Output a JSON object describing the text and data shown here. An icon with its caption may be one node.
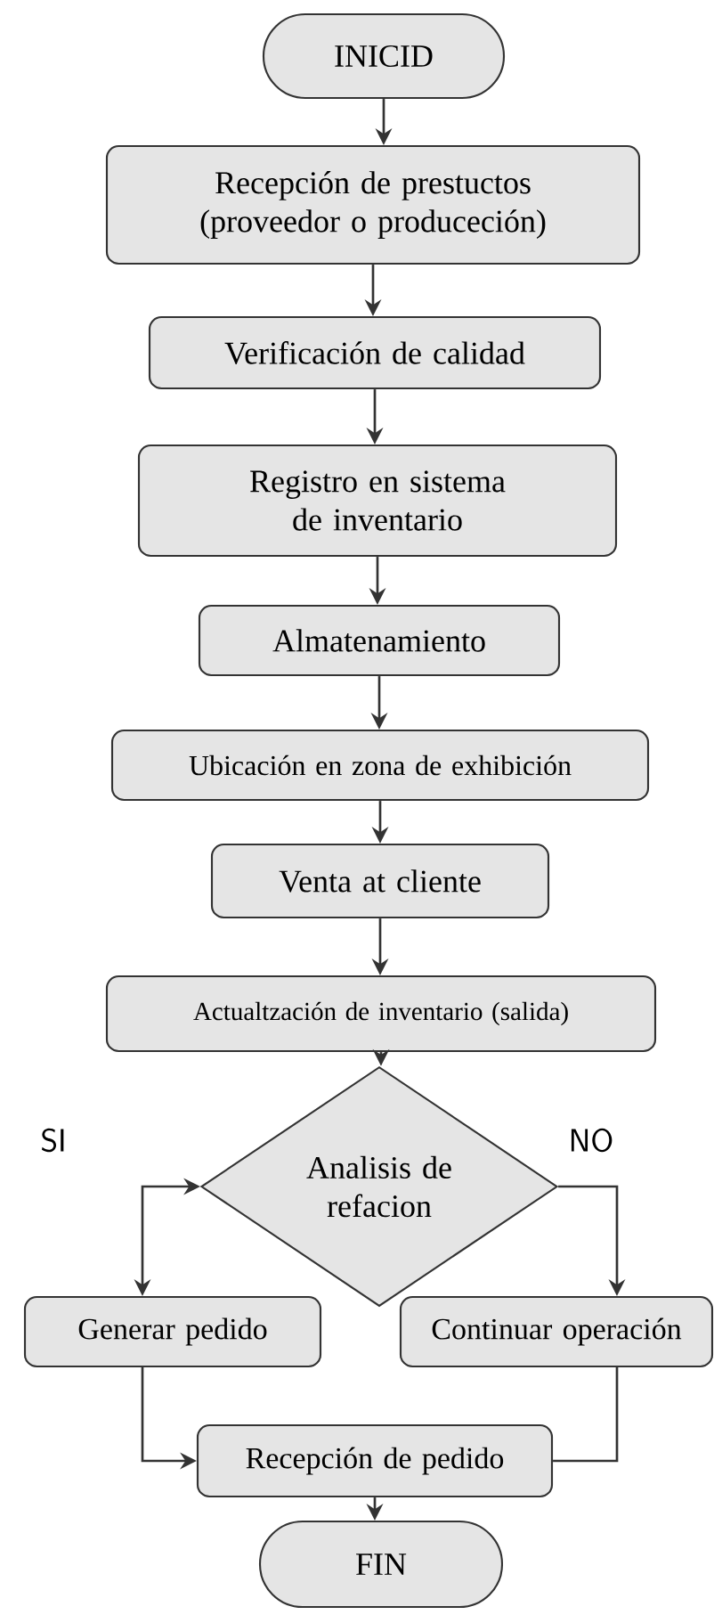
{
  "diagram": {
    "nodes": [
      {
        "text": [
          "INICID"
        ]
      },
      {
        "text": [
          "Recepción de prestuctos (proveedor o produceción)"
        ]
      },
      {
        "text": [
          "Verificación de calidad"
        ]
      },
      {
        "text": [
          "Registro en sistema de inventario"
        ]
      },
      {
        "text": [
          "Almatenamiento"
        ]
      },
      {
        "text": [
          "Ubicación en zona de exhibición"
        ]
      },
      {
        "text": [
          "Venta at cliente"
        ]
      },
      {
        "text": [
          "Actualtzación de inventario (salida)"
        ]
      },
      {
        "text": [
          "Analisis de refacion"
        ]
      },
      {
        "text": [
          "Generar pedido"
        ]
      },
      {
        "text": [
          "Continuar operación"
        ]
      },
      {
        "text": [
          "Recepción de pedido"
        ]
      },
      {
        "text": [
          "FIN"
        ]
      }
    ],
    "edges": [
      {
        "from": 0,
        "to": 1,
        "arrow": "to"
      },
      {
        "from": 1,
        "to": 2,
        "arrow": "to"
      },
      {
        "from": 2,
        "to": 3,
        "arrow": "to"
      },
      {
        "from": 3,
        "to": 4,
        "arrow": "to"
      },
      {
        "from": 4,
        "to": 5,
        "arrow": "to"
      },
      {
        "from": 5,
        "to": 6,
        "arrow": "to"
      },
      {
        "from": 6,
        "to": 7,
        "arrow": "to"
      },
      {
        "from": 7,
        "to": 8,
        "arrow": "to"
      },
      {
        "from": 8,
        "to": 9,
        "arrow": "both",
        "label": "SI"
      },
      {
        "from": 8,
        "to": 10,
        "arrow": "to",
        "label": "NO"
      },
      {
        "from": 9,
        "to": 11,
        "arrow": "to"
      },
      {
        "from": 10,
        "to": 11,
        "arrow": "none"
      },
      {
        "from": 11,
        "to": 12,
        "arrow": "to"
      }
    ]
  }
}
